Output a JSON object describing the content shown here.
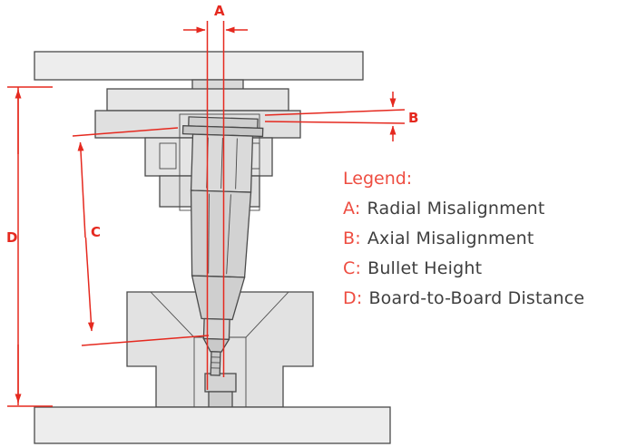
{
  "colors": {
    "dimension_red": "#e5291f",
    "legend_red": "#ee4d41",
    "text_dark": "#3f3f3f",
    "part_fill_light": "#e6e6e6",
    "part_fill_mid": "#d4d4d4",
    "part_outline": "#4a4a4a",
    "background": "#ffffff"
  },
  "dimensions": {
    "a": {
      "label": "A"
    },
    "b": {
      "label": "B"
    },
    "c": {
      "label": "C"
    },
    "d": {
      "label": "D"
    }
  },
  "legend": {
    "title": "Legend:",
    "entries": [
      {
        "key": "A:",
        "label": "Radial Misalignment"
      },
      {
        "key": "B:",
        "label": "Axial Misalignment"
      },
      {
        "key": "C:",
        "label": "Bullet Height"
      },
      {
        "key": "D:",
        "label": "Board-to-Board Distance"
      }
    ]
  }
}
